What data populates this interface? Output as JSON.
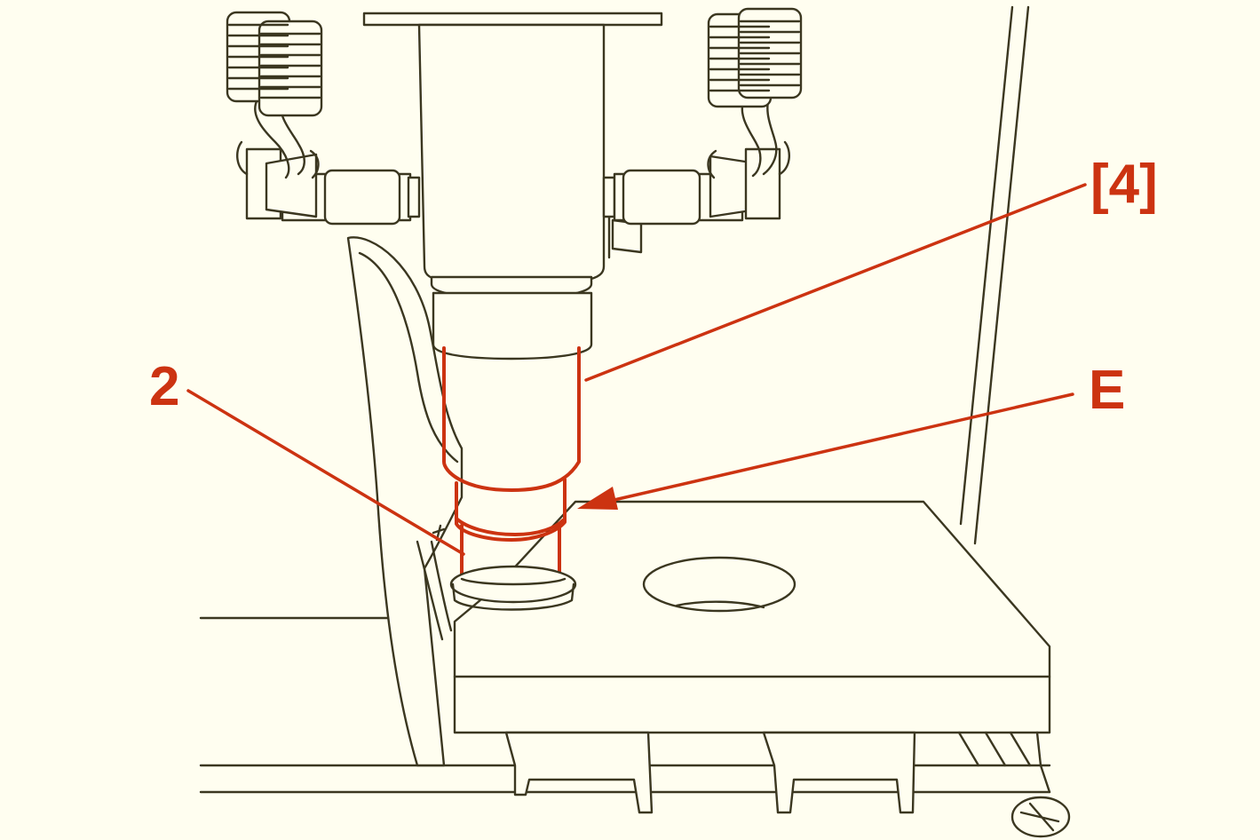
{
  "callouts": {
    "bracket_4": "[4]",
    "label_e": "E",
    "label_2": "2"
  },
  "colors": {
    "background": "#fffef0",
    "line_art": "#3b3720",
    "highlight": "#cc3311"
  }
}
